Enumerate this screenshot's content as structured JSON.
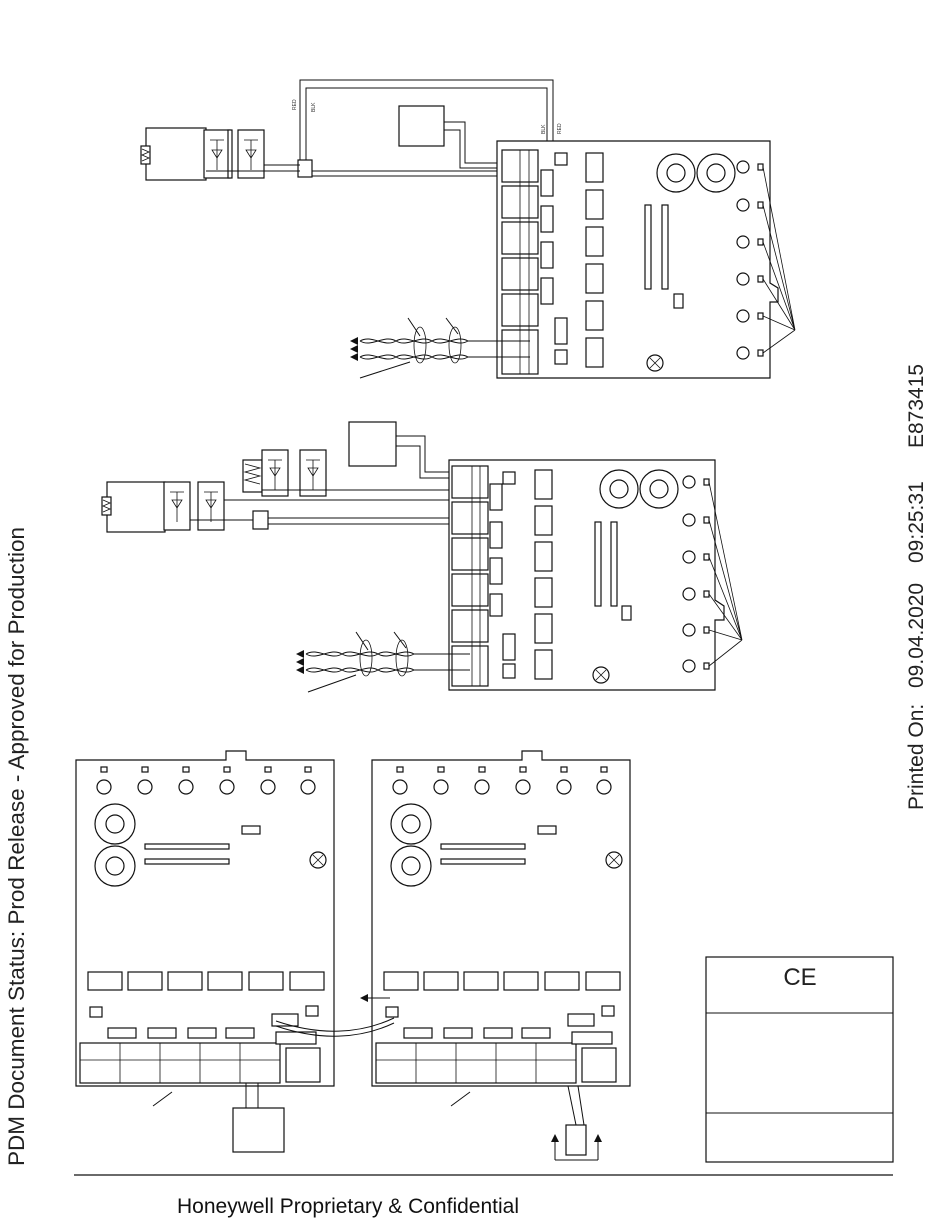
{
  "page": {
    "status": "PDM Document Status: Prod Release - Approved for Production",
    "printed_label": "Printed On:",
    "printed_date": "09.04.2020",
    "printed_time": "09:25:31",
    "doc_id": "E873415",
    "footer": "Honeywell Proprietary & Confidential"
  },
  "labels": {
    "red": "RED",
    "blk": "BLK",
    "ce_mark": "CE"
  }
}
